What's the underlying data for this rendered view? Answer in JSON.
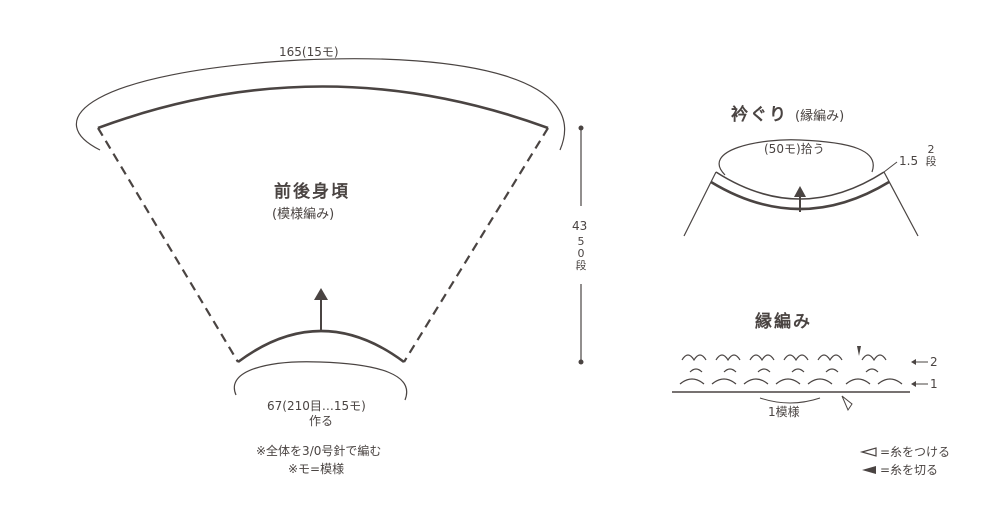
{
  "body_panel": {
    "top_width": "165(15モ)",
    "title": "前後身頃",
    "subtitle": "(模様編み)",
    "height_value": "43",
    "height_rows": "50段",
    "cast_on_line1": "67(210目…15モ)",
    "cast_on_line2": "作る"
  },
  "notes": {
    "line1": "※全体を3/0号針で編む",
    "line2": "※モ=模様"
  },
  "neckline": {
    "title": "衿ぐり",
    "subtitle": "(縁編み)",
    "pickup": "(50モ)拾う",
    "edge_value": "1.5",
    "edge_rows": "2段"
  },
  "edging_chart": {
    "title": "縁編み",
    "row_2_label": "2",
    "row_1_label": "1",
    "repeat_label": "1模様"
  },
  "legend": {
    "attach_yarn": "=糸をつける",
    "cut_yarn": "=糸を切る"
  },
  "colors": {
    "line": "#4a4442",
    "thin_line": "#6a6462"
  }
}
